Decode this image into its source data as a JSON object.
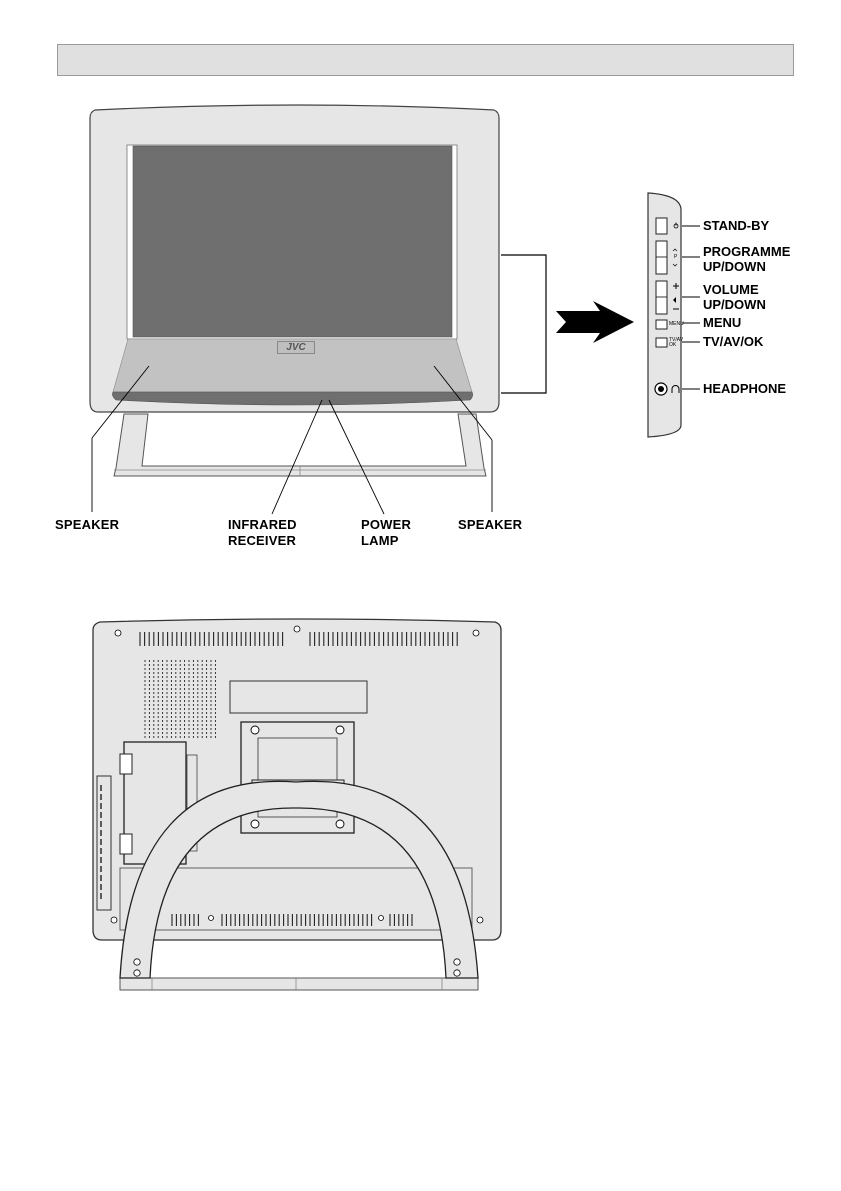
{
  "front_labels": {
    "speaker_left": "SPEAKER",
    "infrared_receiver": "INFRARED\nRECEIVER",
    "power_lamp": "POWER\nLAMP",
    "speaker_right": "SPEAKER"
  },
  "brand_logo": "JVC",
  "side_panel": {
    "standby": "STAND-BY",
    "programme": "PROGRAMME\nUP/DOWN",
    "volume": "VOLUME\nUP/DOWN",
    "menu": "MENU",
    "tv_av_ok": "TV/AV/OK",
    "headphone": "HEADPHONE",
    "button_text_menu": "MENU",
    "button_text_tvav": "TV/AV\nOK",
    "button_text_p": "P"
  },
  "colors": {
    "screen": "#6f6f6f",
    "bezel": "#e6e6e6",
    "speaker_panel": "#c2c2c2",
    "header_bar": "#e0e0e0"
  },
  "icons": [
    "power-icon",
    "headphone-icon",
    "arrow-right-icon",
    "volume-icon"
  ]
}
